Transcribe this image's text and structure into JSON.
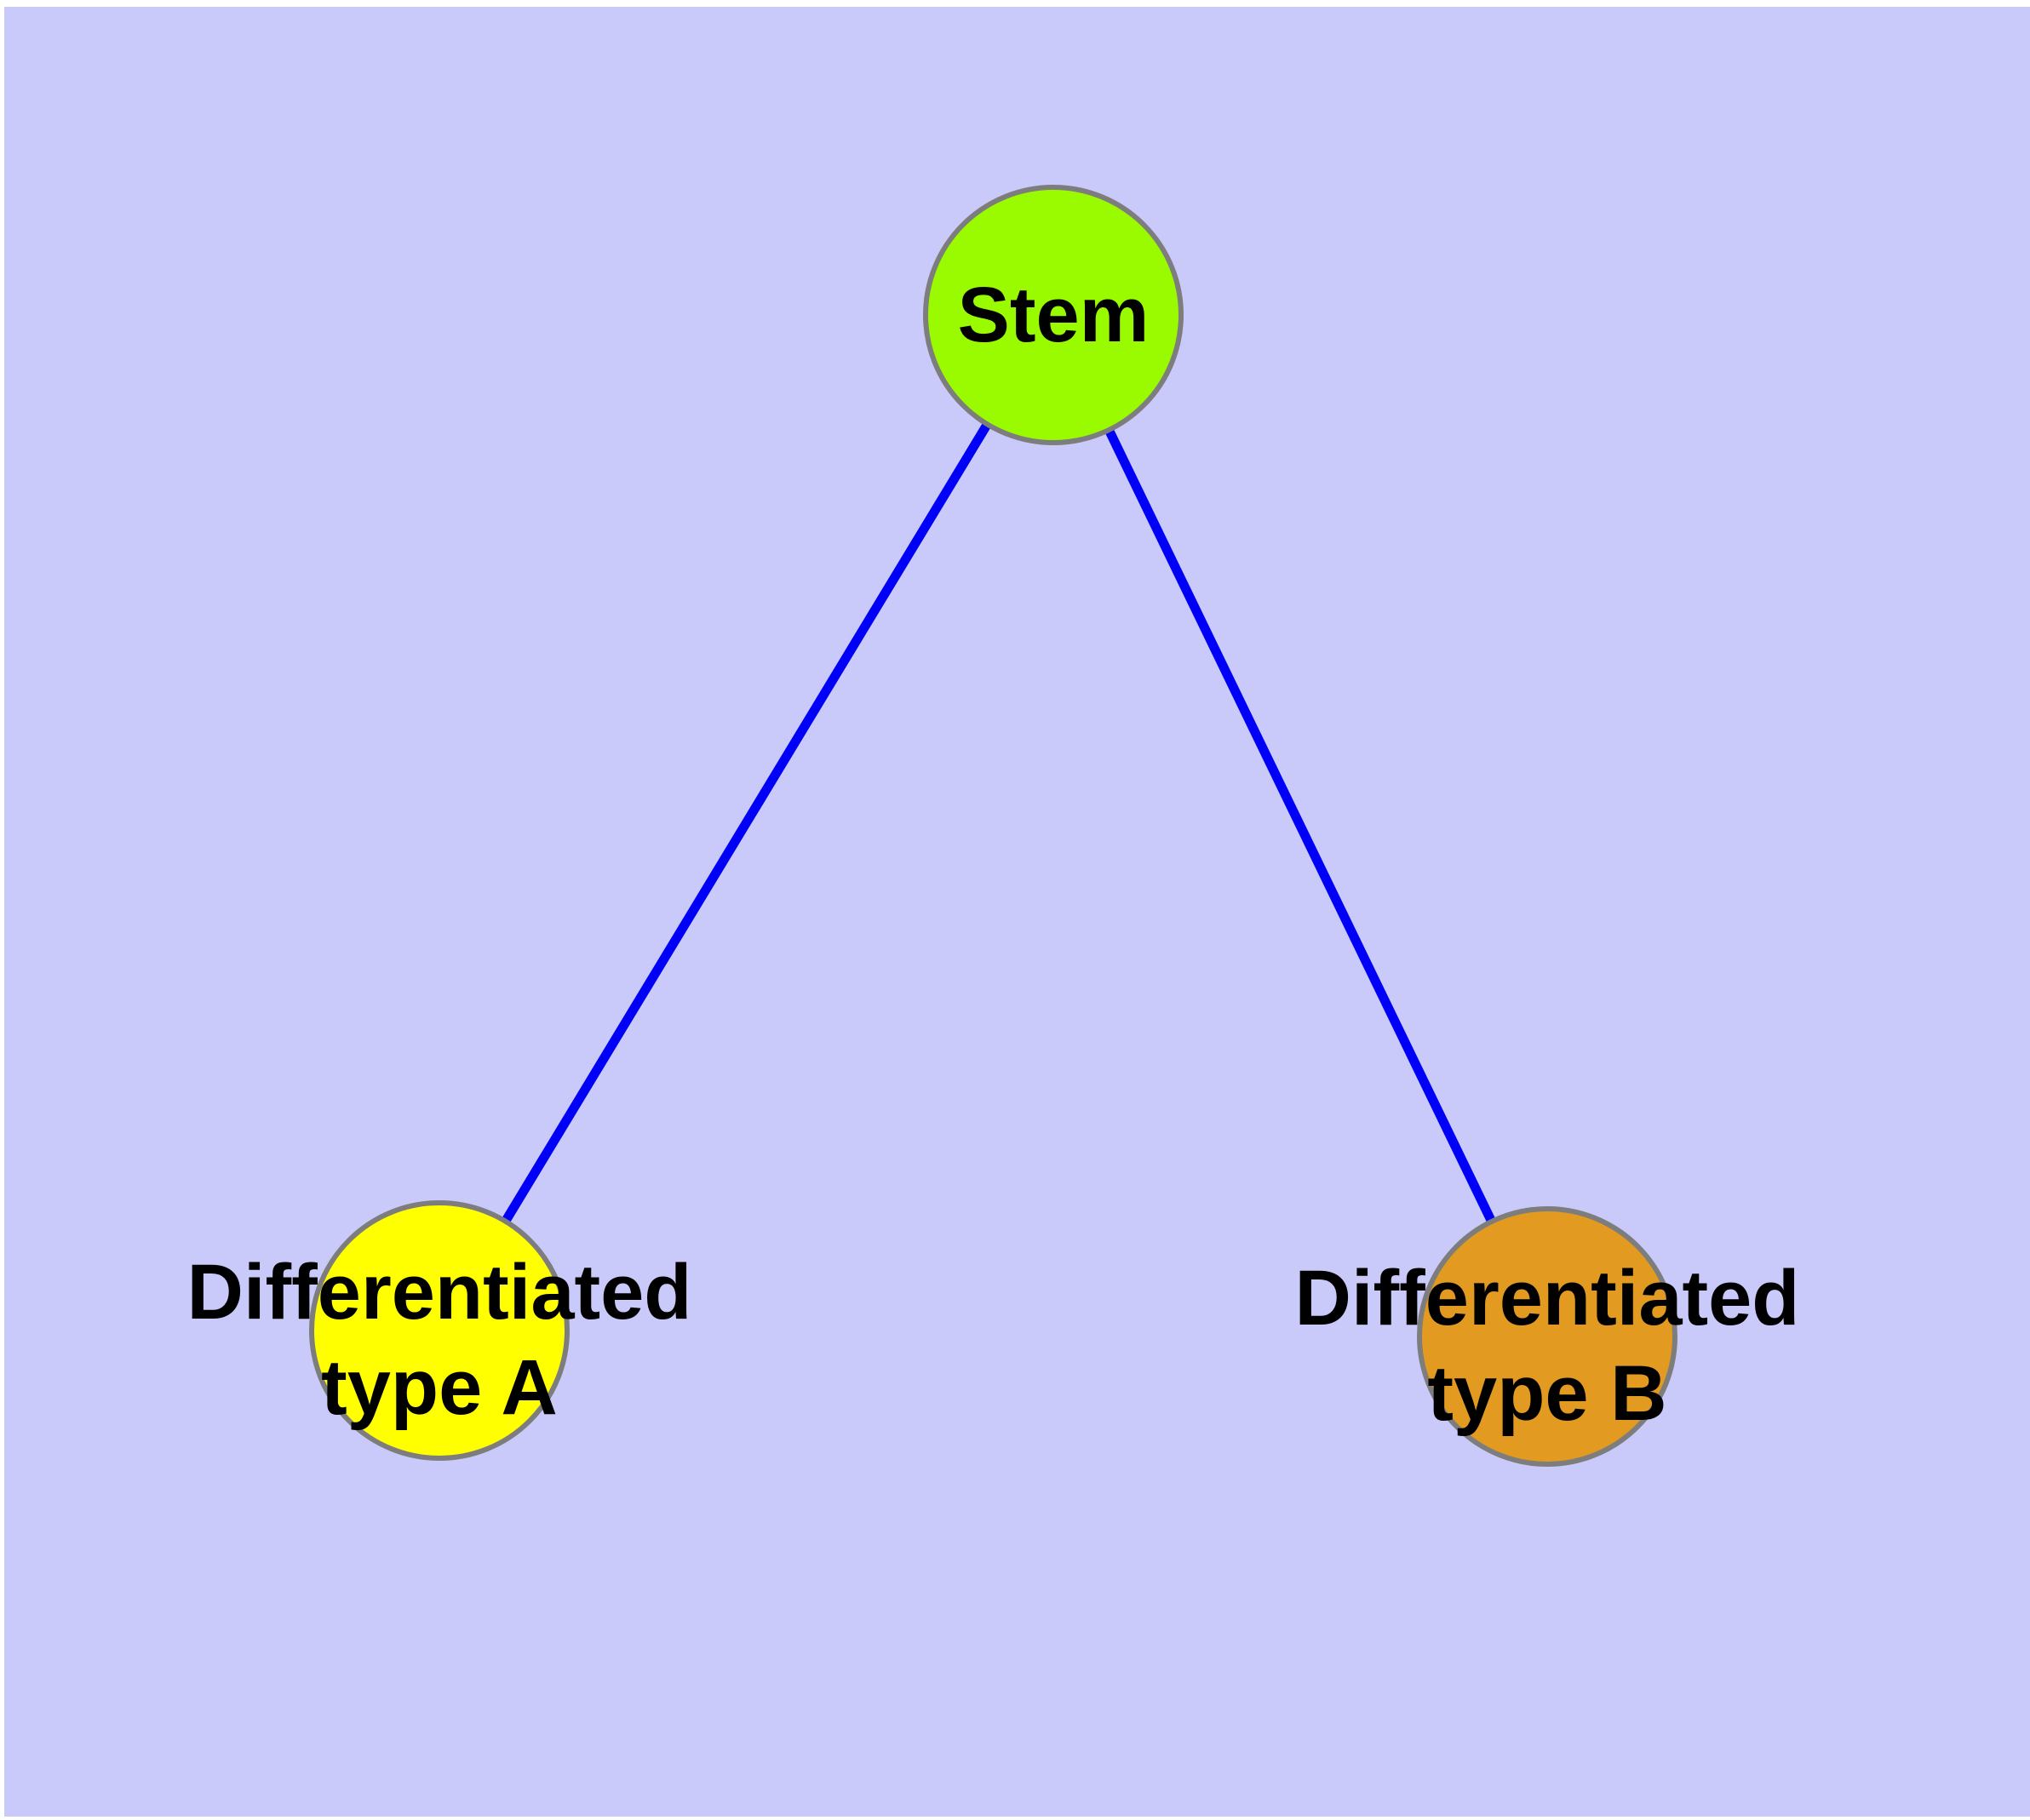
{
  "diagram": {
    "type": "graph",
    "background_color": "#CACAFA",
    "frame_color": "#FFFFFF",
    "edge_color": "#0000F8",
    "node_border_color": "#7D7D7D",
    "label_color": "#000000",
    "nodes": [
      {
        "id": "stem",
        "label": "Stem",
        "fill": "#9AFB00"
      },
      {
        "id": "differentiated-type-a",
        "label": "Differentiated type A",
        "label_line1": "Differentiated",
        "label_line2": "type A",
        "fill": "#FFFF00"
      },
      {
        "id": "differentiated-type-b",
        "label": "Differentiated type B",
        "label_line1": "Differentiated",
        "label_line2": "type B",
        "fill": "#E29A20"
      }
    ],
    "edges": [
      {
        "from": "stem",
        "to": "differentiated-type-a"
      },
      {
        "from": "stem",
        "to": "differentiated-type-b"
      }
    ]
  }
}
